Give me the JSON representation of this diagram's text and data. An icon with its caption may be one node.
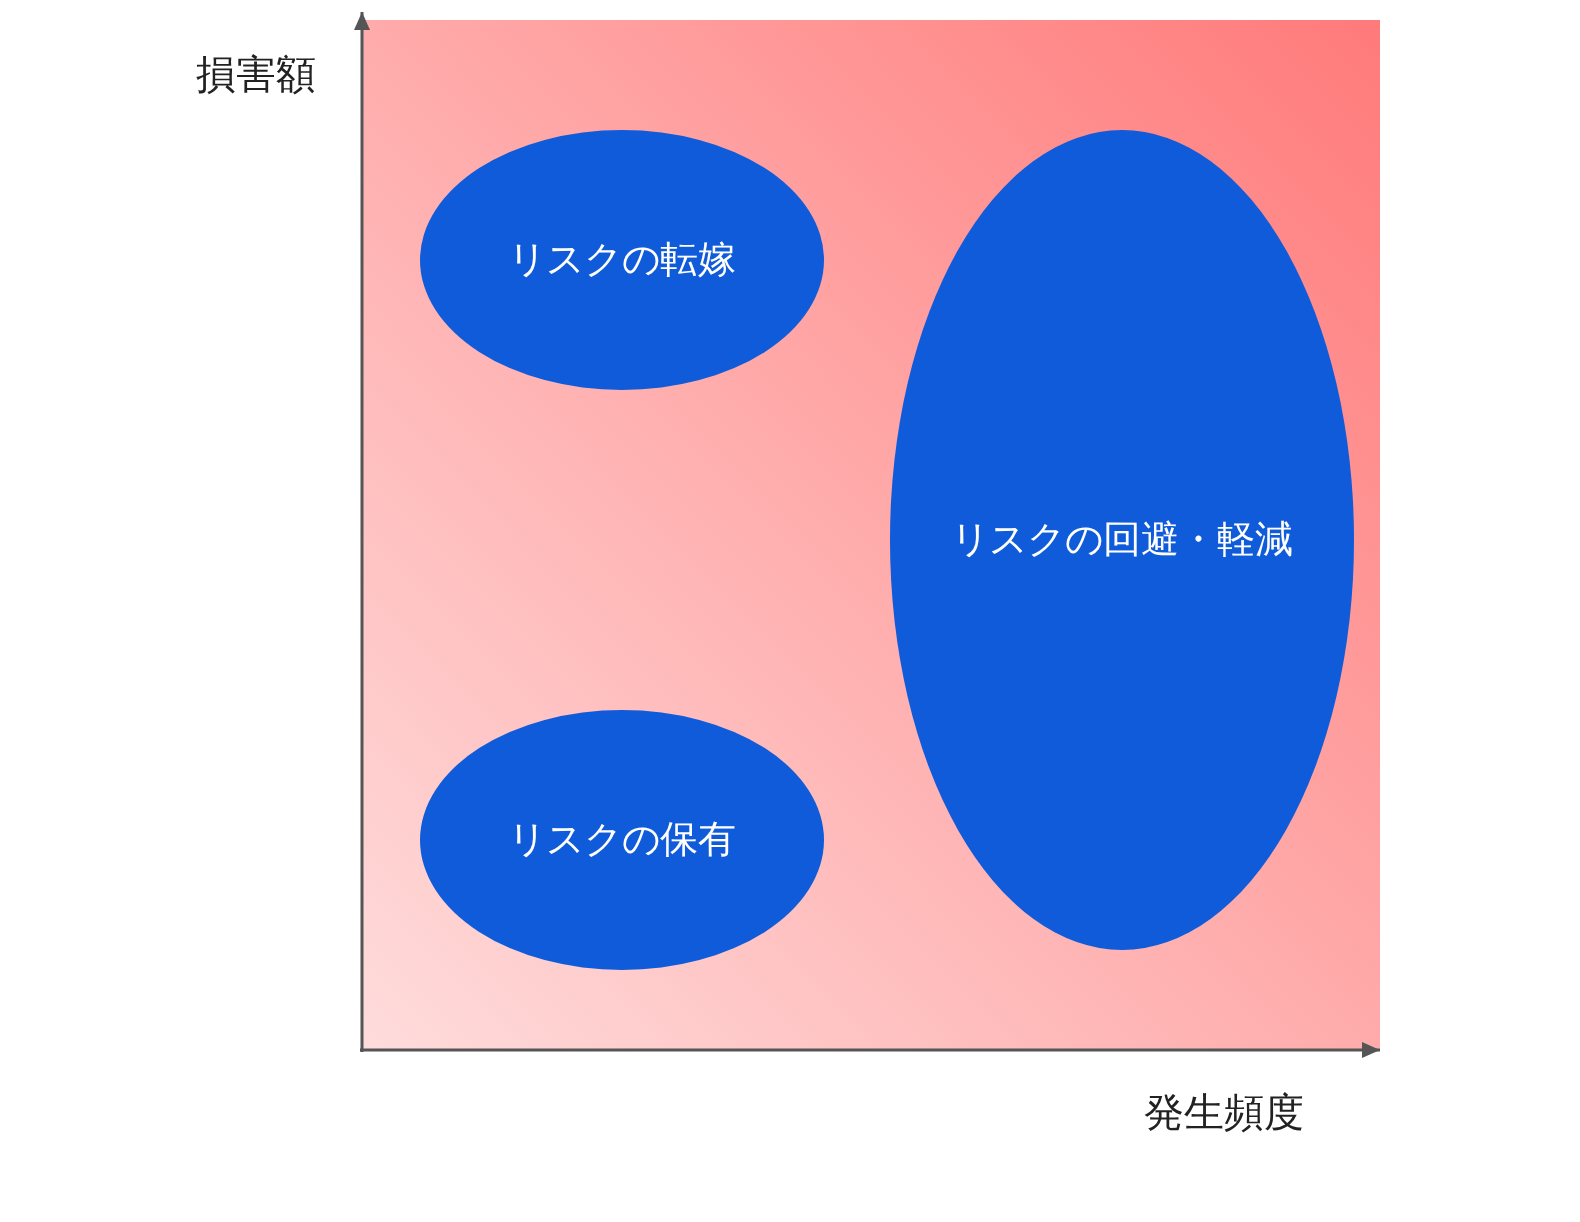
{
  "diagram": {
    "nodes": [
      {
        "text": [
          "リスクの転嫁"
        ]
      },
      {
        "text": [
          "リスクの回避・軽減"
        ]
      },
      {
        "text": [
          "リスクの保有"
        ]
      }
    ],
    "edges": [],
    "labels": [
      "損害額",
      "発生頻度"
    ]
  }
}
